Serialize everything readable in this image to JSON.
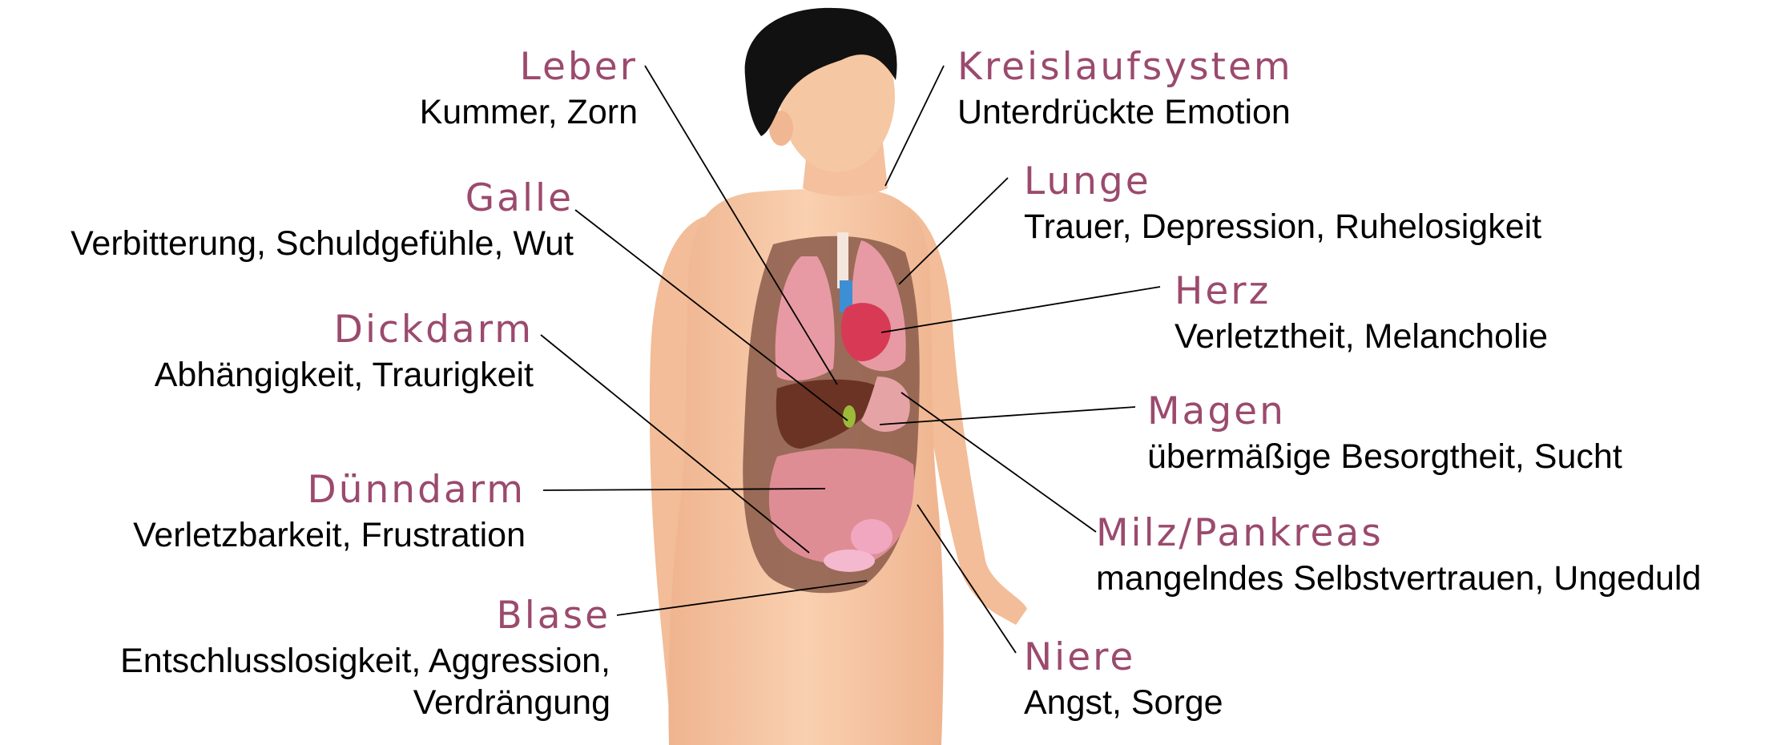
{
  "colors": {
    "organ_label": "#9b4a6e",
    "emotion_text": "#000000",
    "skin": "#f7c9a6",
    "cavity": "#8a5a4a",
    "leader_line": "#000000"
  },
  "figure": {
    "icon": "human-body-anatomy-illustration"
  },
  "labels": {
    "leber": {
      "name": "Leber",
      "emotion": "Kummer, Zorn"
    },
    "galle": {
      "name": "Galle",
      "emotion": "Verbitterung, Schuldgefühle, Wut"
    },
    "dickdarm": {
      "name": "Dickdarm",
      "emotion": "Abhängigkeit, Traurigkeit"
    },
    "duenndarm": {
      "name": "Dünndarm",
      "emotion": "Verletzbarkeit, Frustration"
    },
    "blase": {
      "name": "Blase",
      "emotion_line1": "Entschlusslosigkeit, Aggression,",
      "emotion_line2": "Verdrängung"
    },
    "kreislauf": {
      "name": "Kreislaufsystem",
      "emotion": "Unterdrückte Emotion"
    },
    "lunge": {
      "name": "Lunge",
      "emotion": "Trauer, Depression, Ruhelosigkeit"
    },
    "herz": {
      "name": "Herz",
      "emotion": "Verletztheit, Melancholie"
    },
    "magen": {
      "name": "Magen",
      "emotion": "übermäßige Besorgtheit, Sucht"
    },
    "milz": {
      "name": "Milz/Pankreas",
      "emotion": "mangelndes Selbstvertrauen, Ungeduld"
    },
    "niere": {
      "name": "Niere",
      "emotion": "Angst, Sorge"
    }
  }
}
